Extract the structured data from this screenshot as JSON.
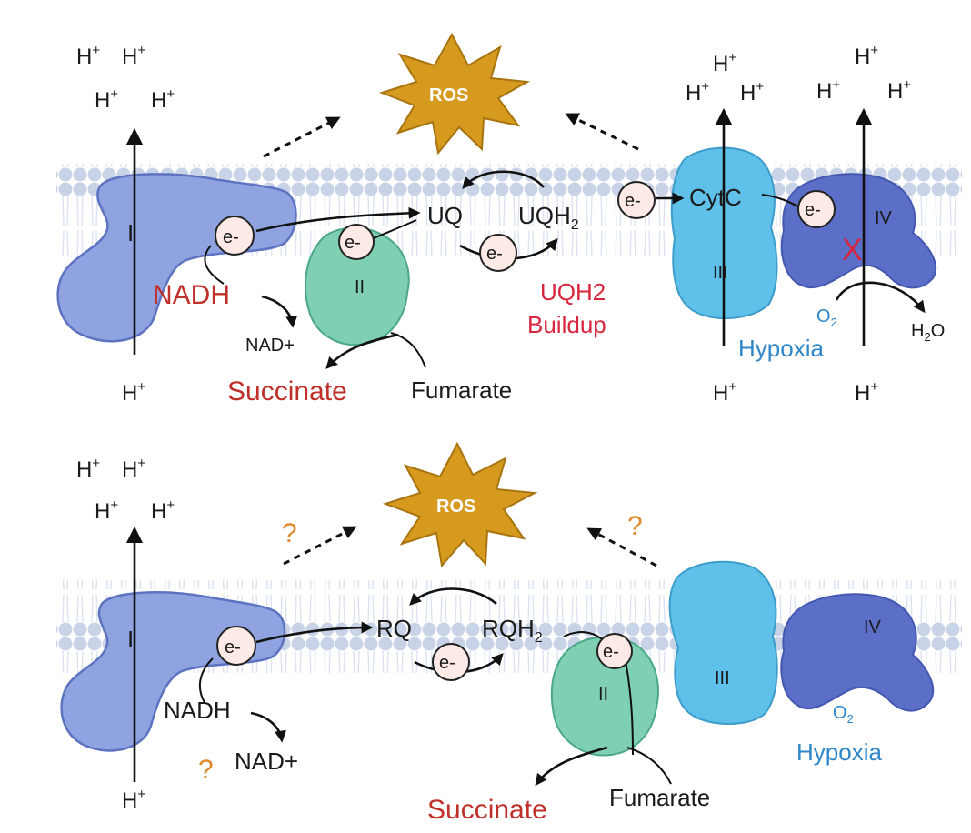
{
  "top": {
    "ros": "ROS",
    "complex_I": "I",
    "complex_II": "II",
    "complex_III": "III",
    "complex_IV": "IV",
    "electron": "e-",
    "uq": "UQ",
    "uqh2": "UQH",
    "sub2": "2",
    "cytc": "CytC",
    "nadh": "NADH",
    "nad_plus": "NAD+",
    "succinate": "Succinate",
    "fumarate": "Fumarate",
    "buildup_line1": "UQH2",
    "buildup_line2": "Buildup",
    "o2": "O",
    "h2o": "H",
    "h2o_o": "O",
    "hypoxia": "Hypoxia",
    "blocked_mark": "X",
    "hplus": "H",
    "plus": "+"
  },
  "bottom": {
    "ros": "ROS",
    "complex_I": "I",
    "complex_II": "II",
    "complex_III": "III",
    "complex_IV": "IV",
    "electron": "e-",
    "rq": "RQ",
    "rqh2": "RQH",
    "sub2": "2",
    "nadh": "NADH",
    "nad_plus": "NAD+",
    "succinate": "Succinate",
    "fumarate": "Fumarate",
    "o2": "O",
    "hypoxia": "Hypoxia",
    "question": "?",
    "hplus": "H",
    "plus": "+"
  },
  "colors": {
    "complex_I": "#8ea3e0",
    "complex_II": "#7fcfb3",
    "complex_III": "#5fc0ea",
    "complex_IV": "#5b6fc8",
    "ros_star": "#d69a1f",
    "membrane": "#c7d2e6",
    "electron_fill": "#fde9e6"
  }
}
